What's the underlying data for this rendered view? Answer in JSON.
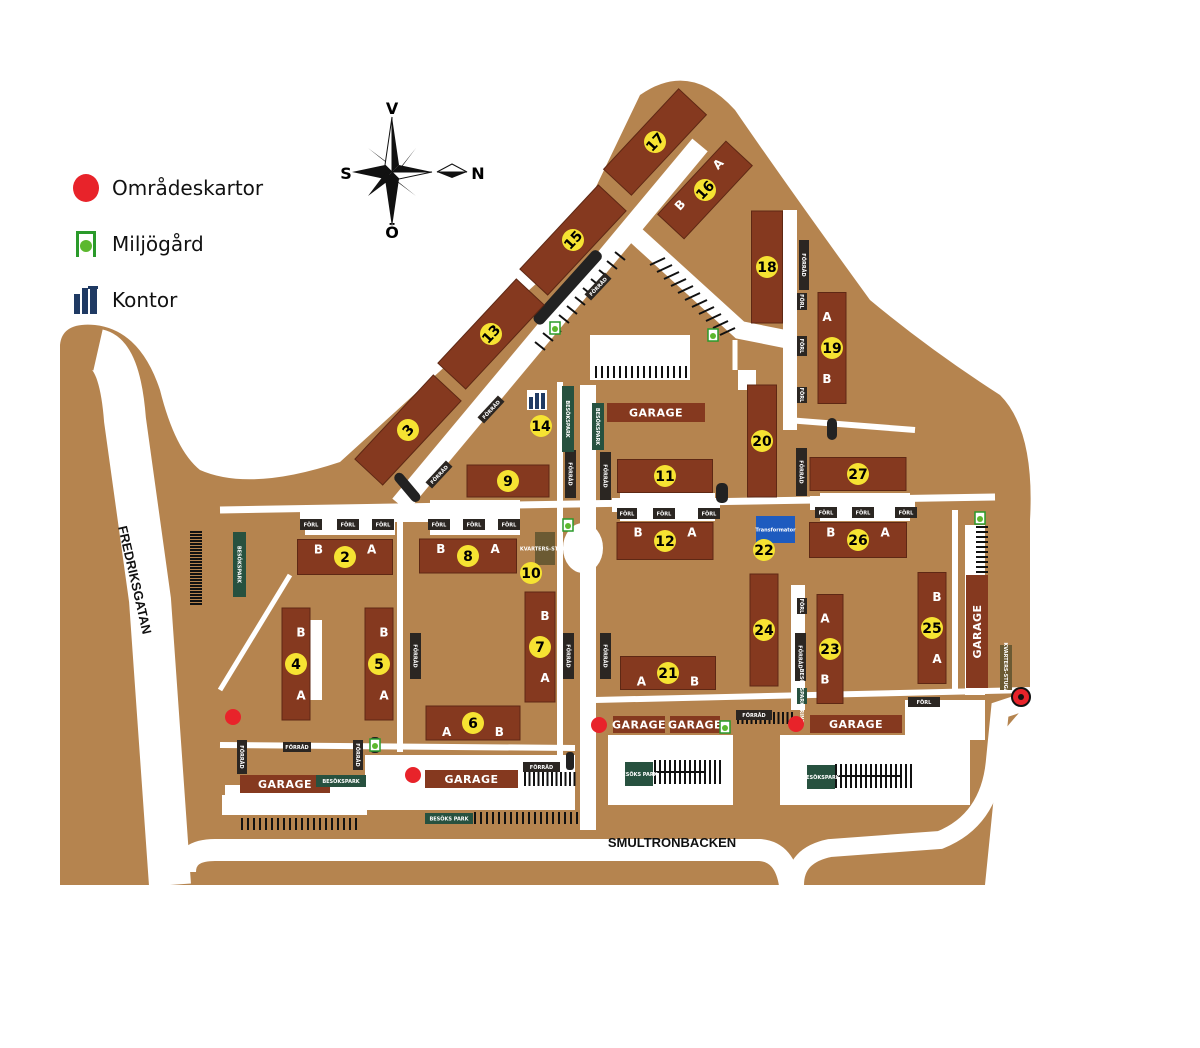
{
  "legend": [
    {
      "label": "Områdeskartor",
      "icon": "red-dot-icon",
      "color": "#e8232a"
    },
    {
      "label": "Miljögård",
      "icon": "miljogard-icon",
      "color": "#2a9a2a"
    },
    {
      "label": "Kontor",
      "icon": "office-icon",
      "color": "#1f3a63"
    }
  ],
  "compass": {
    "top": "V",
    "bottom": "Ö",
    "left": "S",
    "right": "N"
  },
  "streets": {
    "west": "FREDRIKSGATAN",
    "south": "SMULTRONBACKEN"
  },
  "colors": {
    "ground": "#b5844f",
    "building": "#85391f",
    "road": "#ffffff",
    "number_badge": "#f6e332",
    "storage": "#2b2622",
    "visitor_parking": "#27513f",
    "office": "#1f3a63"
  },
  "buildings": [
    {
      "number": "2",
      "entrances": [
        "B",
        "A"
      ]
    },
    {
      "number": "3",
      "entrances": []
    },
    {
      "number": "4",
      "entrances": [
        "B",
        "A"
      ]
    },
    {
      "number": "5",
      "entrances": [
        "B",
        "A"
      ]
    },
    {
      "number": "6",
      "entrances": [
        "A",
        "B"
      ]
    },
    {
      "number": "7",
      "entrances": [
        "B",
        "A"
      ]
    },
    {
      "number": "8",
      "entrances": [
        "B",
        "A"
      ]
    },
    {
      "number": "9",
      "entrances": []
    },
    {
      "number": "11",
      "entrances": []
    },
    {
      "number": "12",
      "entrances": [
        "B",
        "A"
      ]
    },
    {
      "number": "13",
      "entrances": []
    },
    {
      "number": "15",
      "entrances": []
    },
    {
      "number": "16",
      "entrances": [
        "B",
        "A"
      ]
    },
    {
      "number": "17",
      "entrances": []
    },
    {
      "number": "18",
      "entrances": []
    },
    {
      "number": "19",
      "entrances": [
        "A",
        "B"
      ]
    },
    {
      "number": "20",
      "entrances": []
    },
    {
      "number": "21",
      "entrances": [
        "A",
        "B"
      ]
    },
    {
      "number": "23",
      "entrances": [
        "A",
        "B"
      ]
    },
    {
      "number": "24",
      "entrances": []
    },
    {
      "number": "25",
      "entrances": [
        "B",
        "A"
      ]
    },
    {
      "number": "26",
      "entrances": [
        "B",
        "A"
      ]
    },
    {
      "number": "27",
      "entrances": []
    }
  ],
  "markers": [
    {
      "number": "10"
    },
    {
      "number": "14"
    },
    {
      "number": "22"
    }
  ],
  "facilities": [
    {
      "text": "GARAGE",
      "kind": "garage"
    },
    {
      "text": "GARAGE",
      "kind": "garage"
    },
    {
      "text": "GARAGE",
      "kind": "garage"
    },
    {
      "text": "GARAGE",
      "kind": "garage"
    },
    {
      "text": "GARAGE",
      "kind": "garage"
    },
    {
      "text": "GARAGE",
      "kind": "garage"
    },
    {
      "text": "GARAGE",
      "kind": "garage"
    },
    {
      "text": "FÖRRÅD",
      "kind": "storage"
    },
    {
      "text": "FÖRRÅD",
      "kind": "storage"
    },
    {
      "text": "FÖRRÅD",
      "kind": "storage"
    },
    {
      "text": "FÖRRÅD",
      "kind": "storage"
    },
    {
      "text": "FÖRRÅD",
      "kind": "storage"
    },
    {
      "text": "FÖRRÅD",
      "kind": "storage"
    },
    {
      "text": "FÖRRÅD",
      "kind": "storage"
    },
    {
      "text": "FÖRRÅD",
      "kind": "storage"
    },
    {
      "text": "FÖRRÅD",
      "kind": "storage"
    },
    {
      "text": "FÖRRÅD",
      "kind": "storage"
    },
    {
      "text": "FÖRRÅD",
      "kind": "storage"
    },
    {
      "text": "FÖRRÅD",
      "kind": "storage"
    },
    {
      "text": "FÖRRÅD",
      "kind": "storage"
    },
    {
      "text": "FÖRRÅD",
      "kind": "storage"
    },
    {
      "text": "FÖRRÅD",
      "kind": "storage"
    },
    {
      "text": "FÖRRÅD",
      "kind": "storage"
    },
    {
      "text": "FÖRL",
      "kind": "storage"
    },
    {
      "text": "FÖRL",
      "kind": "storage"
    },
    {
      "text": "FÖRL",
      "kind": "storage"
    },
    {
      "text": "FÖRL",
      "kind": "storage"
    },
    {
      "text": "FÖRL",
      "kind": "storage"
    },
    {
      "text": "FÖRL",
      "kind": "storage"
    },
    {
      "text": "FÖRL",
      "kind": "storage"
    },
    {
      "text": "FÖRL",
      "kind": "storage"
    },
    {
      "text": "FÖRL",
      "kind": "storage"
    },
    {
      "text": "FÖRL",
      "kind": "storage"
    },
    {
      "text": "FÖRL",
      "kind": "storage"
    },
    {
      "text": "FÖRL",
      "kind": "storage"
    },
    {
      "text": "FÖRL",
      "kind": "storage"
    },
    {
      "text": "FÖRL",
      "kind": "storage"
    },
    {
      "text": "FÖRL",
      "kind": "storage"
    },
    {
      "text": "FÖRL",
      "kind": "storage"
    },
    {
      "text": "FÖRL",
      "kind": "storage"
    },
    {
      "text": "BESÖKSPARKERING",
      "kind": "visitor"
    },
    {
      "text": "BESÖKSPARK",
      "kind": "visitor"
    },
    {
      "text": "BESÖKSPARK",
      "kind": "visitor"
    },
    {
      "text": "BESÖKSPARK",
      "kind": "visitor"
    },
    {
      "text": "BESÖKSPARK",
      "kind": "visitor"
    },
    {
      "text": "BESÖKS PARK",
      "kind": "visitor"
    },
    {
      "text": "BESÖKS PARK.",
      "kind": "visitor"
    },
    {
      "text": "BESÖKSPARK",
      "kind": "visitor"
    },
    {
      "text": "KVARTERS-STUGA",
      "kind": "clubhouse"
    },
    {
      "text": "KVARTERS-STUGA",
      "kind": "clubhouse"
    },
    {
      "text": "Transformator",
      "kind": "transformer"
    }
  ]
}
